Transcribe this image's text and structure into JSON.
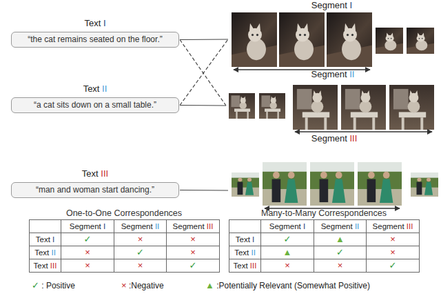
{
  "diagram": {
    "nodes": [
      {
        "text": [
          "Text I",
          "“the cat remains seated on the floor.”"
        ]
      },
      {
        "text": [
          "Segment I"
        ]
      },
      {
        "text": [
          "Text II",
          "“a cat sits down on a small table.”"
        ]
      },
      {
        "text": [
          "Segment II"
        ]
      },
      {
        "text": [
          "Text III",
          "“man and woman start dancing.”"
        ]
      },
      {
        "text": [
          "Segment III"
        ]
      }
    ],
    "edges": [
      {
        "from": 0,
        "to": 1,
        "arrow": "none"
      },
      {
        "from": 0,
        "to": 3,
        "arrow": "none"
      },
      {
        "from": 2,
        "to": 1,
        "arrow": "none"
      },
      {
        "from": 2,
        "to": 3,
        "arrow": "none"
      },
      {
        "from": 4,
        "to": 5,
        "arrow": "none"
      }
    ],
    "labels": [
      "One-to-One Correspondences",
      "Segment I",
      "Segment II",
      "Segment III",
      "Text I",
      "✓",
      "×",
      "×",
      "Text II",
      "×",
      "✓",
      "×",
      "Text III",
      "×",
      "×",
      "✓",
      "Many-to-Many Correspondences",
      "Segment I",
      "Segment II",
      "Segment III",
      "Text I",
      "✓",
      "▲",
      "×",
      "Text II",
      "▲",
      "✓",
      "×",
      "Text III",
      "×",
      "×",
      "✓"
    ],
    "legend": [
      {
        "text": "✓ : Positive"
      },
      {
        "text": "× :Negative"
      },
      {
        "text": "▲ :Potentially Relevant (Somewhat Positive)"
      }
    ]
  }
}
